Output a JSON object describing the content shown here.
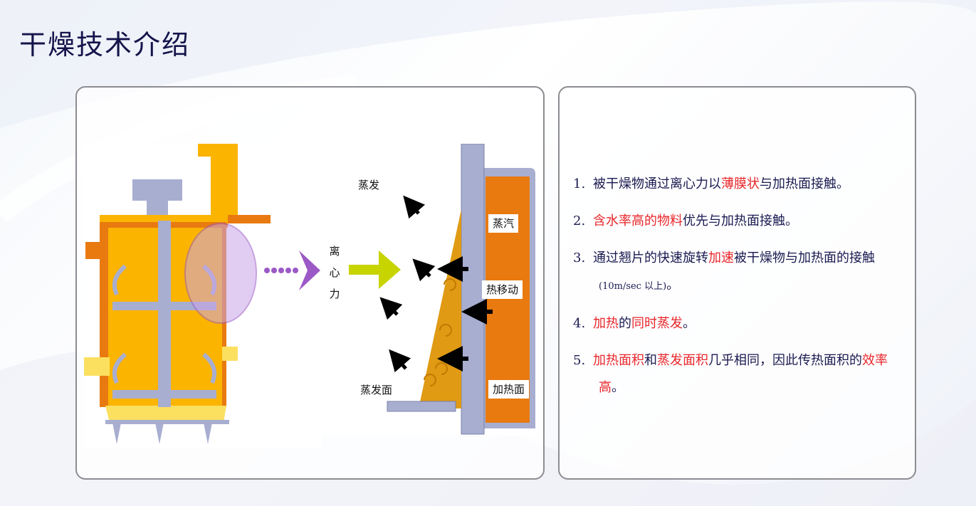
{
  "page": {
    "title": "干燥技术介绍"
  },
  "diagram": {
    "labels": {
      "evaporation": "蒸发",
      "steam": "蒸汽",
      "centrifugal_force": "离心力",
      "heat_transfer": "热移动",
      "evaporation_surface": "蒸发面",
      "heating_surface": "加热面"
    }
  },
  "points": [
    {
      "num": "1.",
      "segments": [
        {
          "text": "被干燥物通过离心力以",
          "red": false
        },
        {
          "text": "薄膜状",
          "red": true
        },
        {
          "text": "与加热面接触。",
          "red": false
        }
      ]
    },
    {
      "num": "2.",
      "segments": [
        {
          "text": "含水率高的物料",
          "red": true
        },
        {
          "text": "优先与加热面接触。",
          "red": false
        }
      ]
    },
    {
      "num": "3.",
      "segments": [
        {
          "text": "通过翘片的快速旋转",
          "red": false
        },
        {
          "text": "加速",
          "red": true
        },
        {
          "text": "被干燥物与加热面的接触",
          "red": false
        },
        {
          "text": "(10m/sec 以上)",
          "red": false,
          "small": true
        },
        {
          "text": "。",
          "red": false
        }
      ]
    },
    {
      "num": "4.",
      "segments": [
        {
          "text": "加热",
          "red": true
        },
        {
          "text": "的",
          "red": false
        },
        {
          "text": "同时蒸发",
          "red": true
        },
        {
          "text": "。",
          "red": false
        }
      ]
    },
    {
      "num": "5.",
      "segments": [
        {
          "text": "加热面积",
          "red": true
        },
        {
          "text": "和",
          "red": false
        },
        {
          "text": "蒸发面积",
          "red": true
        },
        {
          "text": "几乎相同，因此传热面积的",
          "red": false
        },
        {
          "text": "效率高",
          "red": true
        },
        {
          "text": "。",
          "red": false
        }
      ]
    }
  ],
  "colors": {
    "title": "#14144a",
    "highlight": "#e8262a",
    "orange": "#e87a10",
    "yellow": "#fbb400",
    "steel": "#a8aed0",
    "purple": "#9b59c6"
  }
}
